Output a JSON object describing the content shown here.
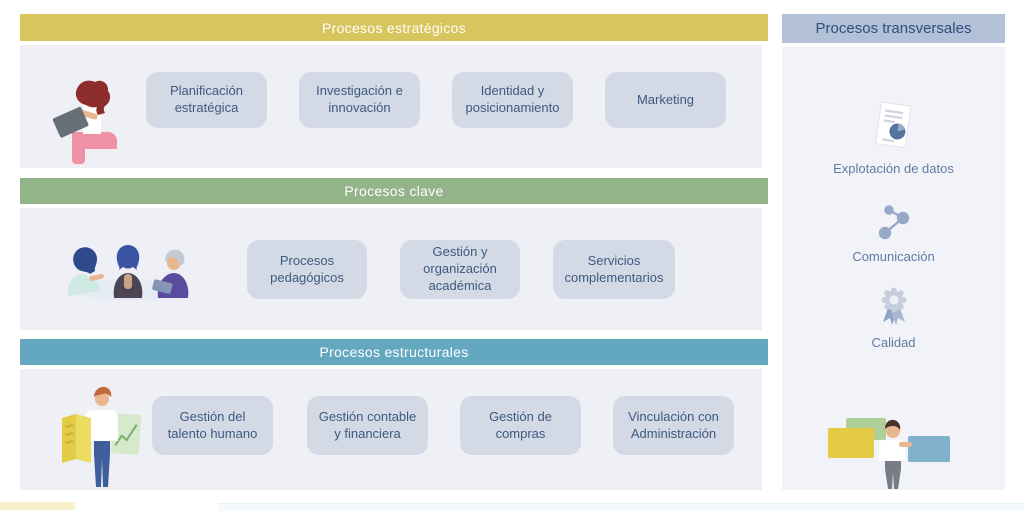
{
  "bands": [
    {
      "header": {
        "label": "Procesos estratégicos",
        "bg": "#d8c55e",
        "text": "#ffffff"
      },
      "items": [
        "Planificación estratégica",
        "Investigación e innovación",
        "Identidad y posicionamiento",
        "Marketing"
      ],
      "illustration": "woman-working-on-laptop"
    },
    {
      "header": {
        "label": "Procesos clave",
        "bg": "#92b488",
        "text": "#ffffff"
      },
      "items": [
        "Procesos pedagógicos",
        "Gestión y organización académica",
        "Servicios complementarios"
      ],
      "illustration": "people-meeting"
    },
    {
      "header": {
        "label": "Procesos estructurales",
        "bg": "#63a8bf",
        "text": "#ffffff"
      },
      "items": [
        "Gestión del talento humano",
        "Gestión contable y financiera",
        "Gestión de compras",
        "Vinculación con Administración"
      ],
      "illustration": "man-holding-documents"
    }
  ],
  "sidebar": {
    "header": {
      "label": "Procesos transversales",
      "bg": "#b3c1d8",
      "text": "#2d4e7e"
    },
    "items": [
      {
        "label": "Explotación de datos",
        "icon": "document-pie-chart-icon"
      },
      {
        "label": "Comunicación",
        "icon": "share-network-icon"
      },
      {
        "label": "Calidad",
        "icon": "award-ribbon-icon"
      }
    ],
    "illustration": "person-presenting-cards"
  },
  "colors": {
    "band_body_bg": "#eef0f6",
    "sidebar_body_bg": "#f1f3f8",
    "box_bg": "#d3d9e5",
    "box_text": "#3d5a80",
    "sidebar_label": "#5f7ba3"
  }
}
